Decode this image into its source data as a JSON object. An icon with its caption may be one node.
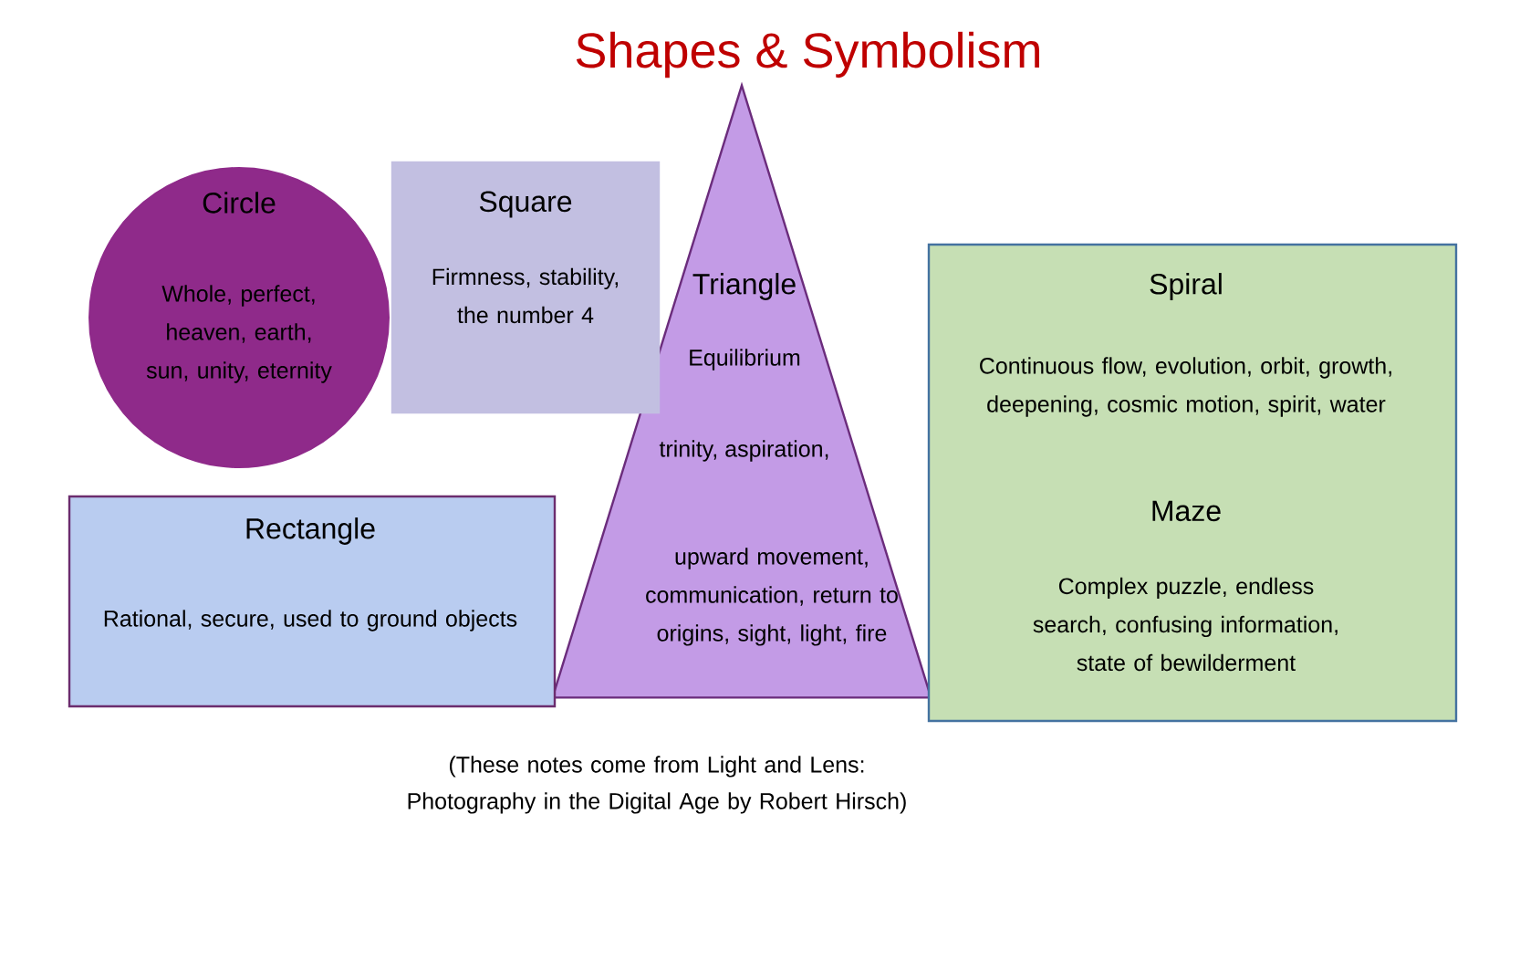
{
  "diagram": {
    "title": "Shapes & Symbolism",
    "nodes": [
      {
        "text": [
          "Circle",
          "Whole, perfect, heaven, earth, sun, unity, eternity"
        ]
      },
      {
        "text": [
          "Square",
          "Firmness, stability, the number 4"
        ]
      },
      {
        "text": [
          "Triangle",
          "Equilibrium",
          "trinity, aspiration,",
          "upward movement, communication, return to origins, sight, light, fire"
        ]
      },
      {
        "text": [
          "Rectangle",
          "Rational, secure, used to ground objects"
        ]
      },
      {
        "text": [
          "Spiral",
          "Continuous flow, evolution, orbit, growth, deepening, cosmic motion, spirit, water",
          "Maze",
          "Complex puzzle, endless search, confusing information, state of bewilderment"
        ]
      }
    ],
    "labels": [
      "(These notes come from Light and Lens: Photography in the Digital Age by Robert Hirsch)"
    ]
  }
}
